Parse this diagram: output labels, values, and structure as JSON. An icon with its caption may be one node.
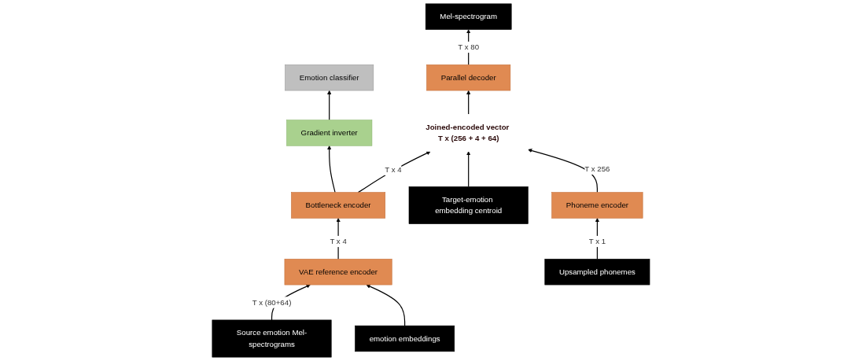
{
  "diagram": {
    "nodes": [
      {
        "text": [
          "Emotion classifier"
        ]
      },
      {
        "text": [
          "Mel-spectrogram"
        ]
      },
      {
        "text": [
          "Gradient inverter"
        ]
      },
      {
        "text": [
          "Parallel decoder"
        ]
      },
      {
        "text": [
          "Bottleneck encoder"
        ]
      },
      {
        "text": [
          "Joined-encoded vector T x (256 + 4 + 64)"
        ]
      },
      {
        "text": [
          "Target-emotion embedding centroid"
        ]
      },
      {
        "text": [
          "VAE reference encoder"
        ]
      },
      {
        "text": [
          "Phoneme encoder"
        ]
      },
      {
        "text": [
          "Source emotion Mel-spectrograms"
        ]
      },
      {
        "text": [
          "emotion embeddings"
        ]
      },
      {
        "text": [
          "Upsampled phonemes"
        ]
      }
    ],
    "edges": [
      {
        "from": 4,
        "to": 2,
        "arrow": "to"
      },
      {
        "from": 4,
        "to": 5,
        "arrow": "to",
        "label": "T x 4"
      },
      {
        "from": 2,
        "to": 0,
        "arrow": "to"
      },
      {
        "from": 5,
        "to": 3,
        "arrow": "to"
      },
      {
        "from": 3,
        "to": 1,
        "arrow": "to",
        "label": "T x 80"
      },
      {
        "from": 6,
        "to": 5,
        "arrow": "to"
      },
      {
        "from": 7,
        "to": 4,
        "arrow": "to",
        "label": "T x 4"
      },
      {
        "from": 8,
        "to": 5,
        "arrow": "to",
        "label": "T x 256"
      },
      {
        "from": 9,
        "to": 7,
        "arrow": "to",
        "label": "T x (80+64)"
      },
      {
        "from": 10,
        "to": 7,
        "arrow": "to"
      },
      {
        "from": 11,
        "to": 8,
        "arrow": "to",
        "label": "T x 1"
      }
    ]
  }
}
